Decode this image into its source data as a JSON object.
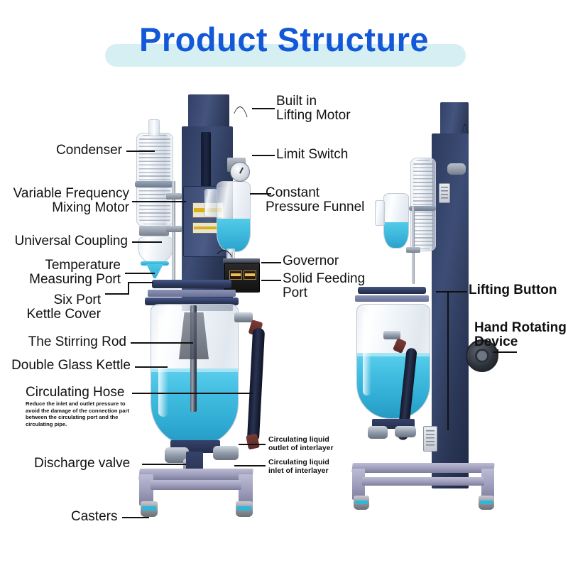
{
  "header": {
    "title": "Product Structure",
    "title_color": "#1358d8",
    "band_color": "#d6eff2"
  },
  "palette": {
    "liquid_cyan": "#3bb6da",
    "column_navy": "#2d3a5e",
    "base_lavender": "#9d9cbb",
    "label_black": "#111111"
  },
  "labels": {
    "built_in_lifting_motor": "Built in\nLifting Motor",
    "limit_switch": "Limit Switch",
    "condenser": "Condenser",
    "variable_frequency_mixing_motor": "Variable Frequency\n      Mixing Motor",
    "universal_coupling": "Universal Coupling",
    "temperature_measuring_port": "   Temperature\nMeasuring Port",
    "constant_pressure_funnel": "Constant\nPressure Funnel",
    "governor": "Governor",
    "solid_feeding_port": "Solid Feeding\nPort",
    "six_port_kettle_cover": "  Six Port\nKettle Cover",
    "the_stirring_rod": "The Stirring Rod",
    "double_glass_kettle": "Double Glass Kettle",
    "circulating_hose": "Circulating Hose",
    "circulating_hose_note": "Reduce the inlet and outlet pressure to\navoid the damage of the connection part\nbetween the circulating port and the\ncirculating pipe.",
    "discharge_valve": "Discharge valve",
    "casters": "Casters",
    "circulating_outlet": "Circulating liquid\noutlet of interlayer",
    "circulating_inlet": "Circulating liquid\ninlet of interlayer",
    "lifting_button": "Lifting Button",
    "hand_rotating_device": "Hand Rotating\nDevice"
  }
}
